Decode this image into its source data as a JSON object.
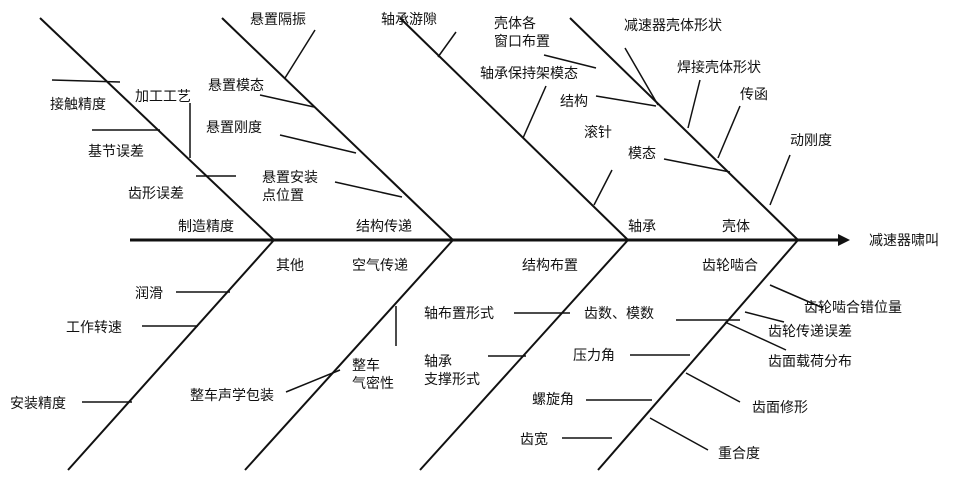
{
  "effect": "减速器啸叫",
  "main_categories": {
    "manufacturing_precision": "制造精度",
    "structural_transmission": "结构传递",
    "bearing": "轴承",
    "housing": "壳体",
    "other": "其他",
    "airborne_transmission": "空气传递",
    "structural_layout": "结构布置",
    "gear_meshing": "齿轮啮合"
  },
  "causes": {
    "machining_process": "加工工艺",
    "contact_accuracy": "接触精度",
    "pitch_error": "基节误差",
    "profile_error": "齿形误差",
    "mount_isolation": "悬置隔振",
    "mount_mode": "悬置模态",
    "mount_stiffness": "悬置刚度",
    "mount_position": "悬置安装\n点位置",
    "bearing_clearance": "轴承游隙",
    "cage_mode": "轴承保持架模态",
    "needle_roller": "滚针",
    "housing_window": "壳体各\n窗口布置",
    "housing_shape": "减速器壳体形状",
    "welded_housing_shape": "焊接壳体形状",
    "structure": "结构",
    "transfer_function": "传函",
    "modal": "模态",
    "dynamic_stiffness": "动刚度",
    "lubrication": "润滑",
    "working_speed": "工作转速",
    "assembly_accuracy": "安装精度",
    "vehicle_acoustic_package": "整车声学包装",
    "vehicle_airtightness": "整车\n气密性",
    "shaft_layout": "轴布置形式",
    "bearing_support": "轴承\n支撑形式",
    "teeth_module": "齿数、模数",
    "pressure_angle": "压力角",
    "helix_angle": "螺旋角",
    "face_width": "齿宽",
    "mesh_misalignment": "齿轮啮合错位量",
    "transmission_error": "齿轮传递误差",
    "load_distribution": "齿面载荷分布",
    "tooth_modification": "齿面修形",
    "contact_ratio": "重合度"
  }
}
